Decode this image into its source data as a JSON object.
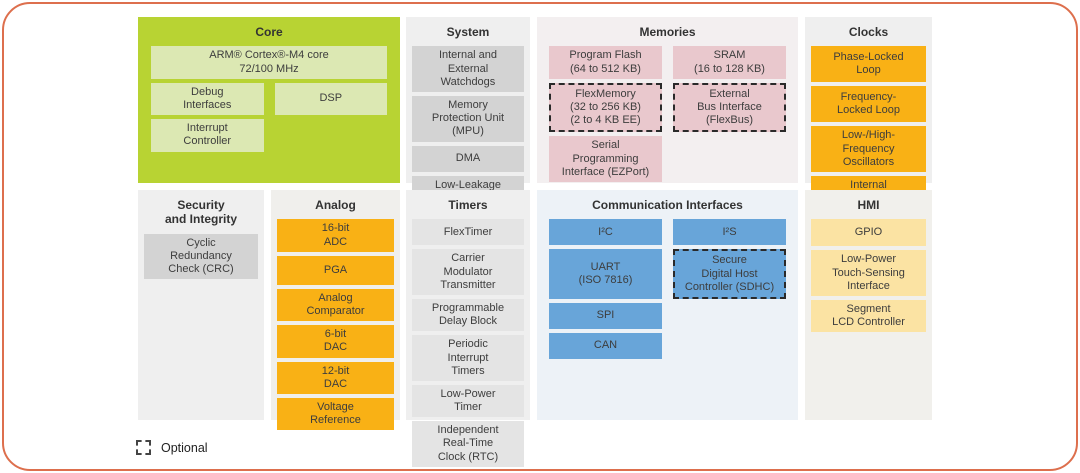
{
  "frame": {
    "border_color": "#dd6f4d",
    "background": "#ffffff"
  },
  "legend": {
    "label": "Optional"
  },
  "sections": {
    "core": {
      "title": "Core",
      "bg": "#b8d333",
      "block_bg": "#dce8b3",
      "blocks": [
        {
          "name": "arm-cortex-m4-core",
          "label": "ARM® Cortex®-M4 core\n72/100 MHz",
          "span": 2
        },
        {
          "name": "debug-interfaces",
          "label": "Debug\nInterfaces",
          "col": 1
        },
        {
          "name": "dsp",
          "label": "DSP",
          "col": 2
        },
        {
          "name": "interrupt-controller",
          "label": "Interrupt\nController",
          "col": 1
        }
      ]
    },
    "system": {
      "title": "System",
      "bg": "#efefef",
      "block_bg": "#d3d3d3",
      "blocks": [
        {
          "name": "internal-external-watchdogs",
          "label": "Internal and\nExternal\nWatchdogs"
        },
        {
          "name": "memory-protection-unit",
          "label": "Memory\nProtection Unit\n(MPU)"
        },
        {
          "name": "dma",
          "label": "DMA"
        },
        {
          "name": "low-leakage-wake-up-unit",
          "label": "Low-Leakage\nWake-Up Unit"
        }
      ]
    },
    "memories": {
      "title": "Memories",
      "bg": "#f3eff0",
      "block_bg": "#e9c8cd",
      "blocks": [
        {
          "name": "program-flash",
          "label": "Program Flash\n(64 to 512 KB)",
          "col": 1
        },
        {
          "name": "sram",
          "label": "SRAM\n(16 to 128 KB)",
          "col": 2
        },
        {
          "name": "flexmemory",
          "label": "FlexMemory\n(32 to 256 KB)\n(2 to 4 KB EE)",
          "col": 1,
          "optional": true
        },
        {
          "name": "external-bus-interface",
          "label": "External\nBus Interface\n(FlexBus)",
          "col": 2,
          "optional": true
        },
        {
          "name": "serial-programming-interface",
          "label": "Serial\nProgramming\nInterface (EZPort)",
          "col": 1
        }
      ]
    },
    "clocks": {
      "title": "Clocks",
      "bg": "#efefef",
      "block_bg": "#f9b115",
      "blocks": [
        {
          "name": "phase-locked-loop",
          "label": "Phase-Locked\nLoop"
        },
        {
          "name": "frequency-locked-loop",
          "label": "Frequency-\nLocked Loop"
        },
        {
          "name": "low-high-frequency-oscillators",
          "label": "Low-/High-\nFrequency\nOscillators"
        },
        {
          "name": "internal-reference-clocks",
          "label": "Internal\nReference\nClocks"
        }
      ]
    },
    "security": {
      "title": "Security\nand Integrity",
      "bg": "#efefef",
      "block_bg": "#d3d3d3",
      "blocks": [
        {
          "name": "cyclic-redundancy-check",
          "label": "Cyclic\nRedundancy\nCheck (CRC)"
        }
      ]
    },
    "analog": {
      "title": "Analog",
      "bg": "#f0efec",
      "block_bg": "#f9b115",
      "blocks": [
        {
          "name": "adc-16bit",
          "label": "16-bit\nADC"
        },
        {
          "name": "pga",
          "label": "PGA"
        },
        {
          "name": "analog-comparator",
          "label": "Analog\nComparator"
        },
        {
          "name": "dac-6bit",
          "label": "6-bit\nDAC"
        },
        {
          "name": "dac-12bit",
          "label": "12-bit\nDAC"
        },
        {
          "name": "voltage-reference",
          "label": "Voltage\nReference"
        }
      ]
    },
    "timers": {
      "title": "Timers",
      "bg": "#efefef",
      "block_bg": "#e4e4e4",
      "blocks": [
        {
          "name": "flextimer",
          "label": "FlexTimer"
        },
        {
          "name": "carrier-modulator-transmitter",
          "label": "Carrier\nModulator\nTransmitter"
        },
        {
          "name": "programmable-delay-block",
          "label": "Programmable\nDelay Block"
        },
        {
          "name": "periodic-interrupt-timers",
          "label": "Periodic\nInterrupt\nTimers"
        },
        {
          "name": "low-power-timer",
          "label": "Low-Power\nTimer"
        },
        {
          "name": "independent-real-time-clock",
          "label": "Independent\nReal-Time\nClock (RTC)"
        }
      ]
    },
    "comm": {
      "title": "Communication Interfaces",
      "bg": "#edf2f7",
      "block_bg": "#68a5d9",
      "blocks": [
        {
          "name": "i2c",
          "label": "I²C",
          "col": 1
        },
        {
          "name": "i2s",
          "label": "I²S",
          "col": 2
        },
        {
          "name": "uart",
          "label": "UART\n(ISO 7816)",
          "col": 1
        },
        {
          "name": "sdhc",
          "label": "Secure\nDigital Host\nController (SDHC)",
          "col": 2,
          "optional": true
        },
        {
          "name": "spi",
          "label": "SPI",
          "col": 1
        },
        {
          "name": "can",
          "label": "CAN",
          "col": 1
        }
      ]
    },
    "hmi": {
      "title": "HMI",
      "bg": "#f1f0ec",
      "block_bg": "#fbe3a3",
      "blocks": [
        {
          "name": "gpio",
          "label": "GPIO"
        },
        {
          "name": "low-power-touch-sensing-interface",
          "label": "Low-Power\nTouch-Sensing\nInterface"
        },
        {
          "name": "segment-lcd-controller",
          "label": "Segment\nLCD Controller"
        }
      ]
    }
  }
}
